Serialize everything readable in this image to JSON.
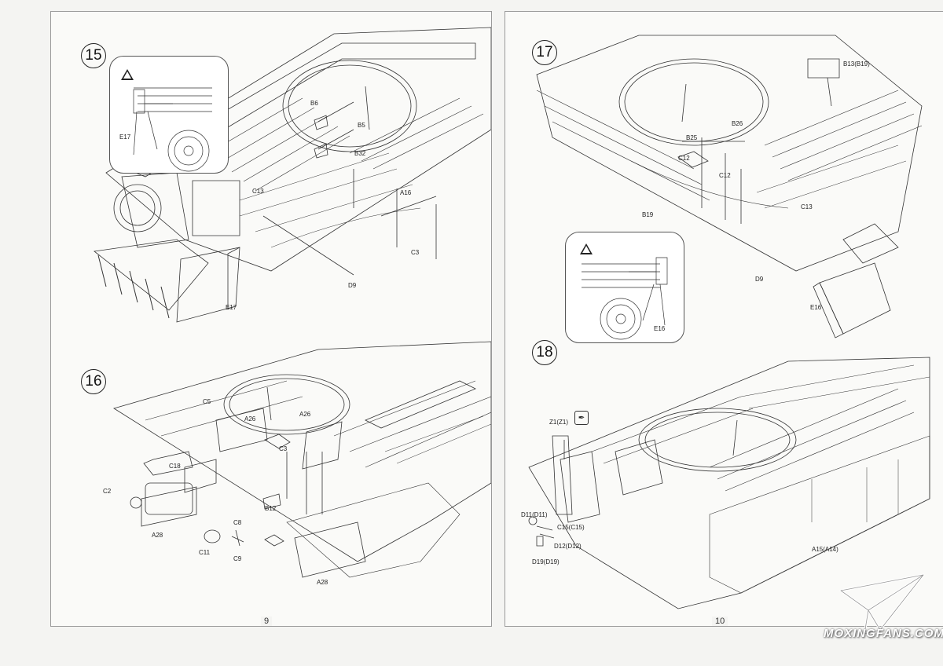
{
  "left_page": {
    "page_number": "9",
    "step15": {
      "number": "15",
      "parts": [
        "B6",
        "B5",
        "B32",
        "C13",
        "A16",
        "C3",
        "D9",
        "E17",
        "E17"
      ]
    },
    "step16": {
      "number": "16",
      "parts": [
        "C5",
        "A26",
        "A26",
        "C3",
        "C18",
        "C2",
        "B12",
        "C8",
        "A28",
        "C11",
        "C9",
        "A28"
      ]
    }
  },
  "right_page": {
    "page_number": "10",
    "step17": {
      "number": "17",
      "parts": [
        "B13(B19)",
        "B26",
        "B25",
        "C12",
        "C12",
        "B19",
        "C13",
        "D9",
        "E16",
        "E16"
      ]
    },
    "step18": {
      "number": "18",
      "parts": [
        "Z1(Z1)",
        "D11(D11)",
        "C15(C15)",
        "D12(D12)",
        "D19(D19)",
        "A15(A14)"
      ]
    }
  },
  "warning_icon": "warning-triangle-icon",
  "watermark": {
    "text": "MOXINGFANS.COM",
    "icon": "paper-plane-logo-icon"
  }
}
